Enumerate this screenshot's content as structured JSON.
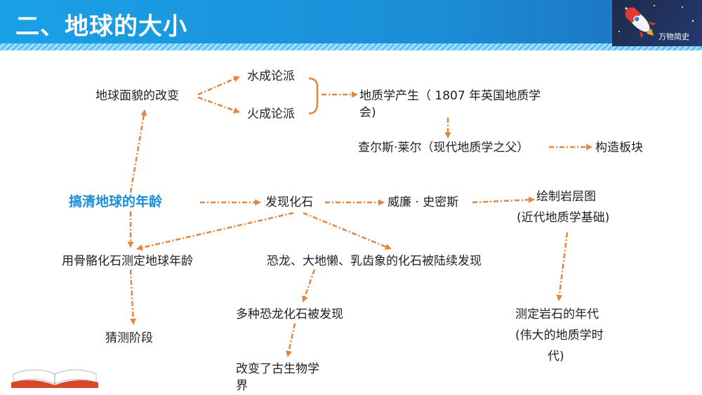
{
  "header": {
    "title": "二、地球的大小",
    "badge": "万物简史"
  },
  "nodes": {
    "change": "地球面貌的改变",
    "water": "水成论派",
    "fire": "火成论派",
    "birth_1": "地质学产生（ 1807 年英国地质学",
    "birth_2": "会)",
    "lyell": "查尔斯·莱尔（现代地质学之父）",
    "plates": "构造板块",
    "age": "搞清地球的年龄",
    "fossil": "发现化石",
    "smith": "威廉 · 史密斯",
    "strata_1": "绘制岩层图",
    "strata_2": "(近代地质学基础)",
    "bones": "用骨骼化石测定地球年龄",
    "dino": "恐龙、大地懒、乳齿象的化石被陆续发现",
    "many": "多种恐龙化石被发现",
    "guess": "猜测阶段",
    "paleo_1": "改变了古生物学",
    "paleo_2": "界",
    "rock_1": "测定岩石的年代",
    "rock_2": "(伟大的地质学时",
    "rock_3": "代)"
  },
  "colors": {
    "accent": "#1b8fd8",
    "arrow": "#e8843a"
  }
}
